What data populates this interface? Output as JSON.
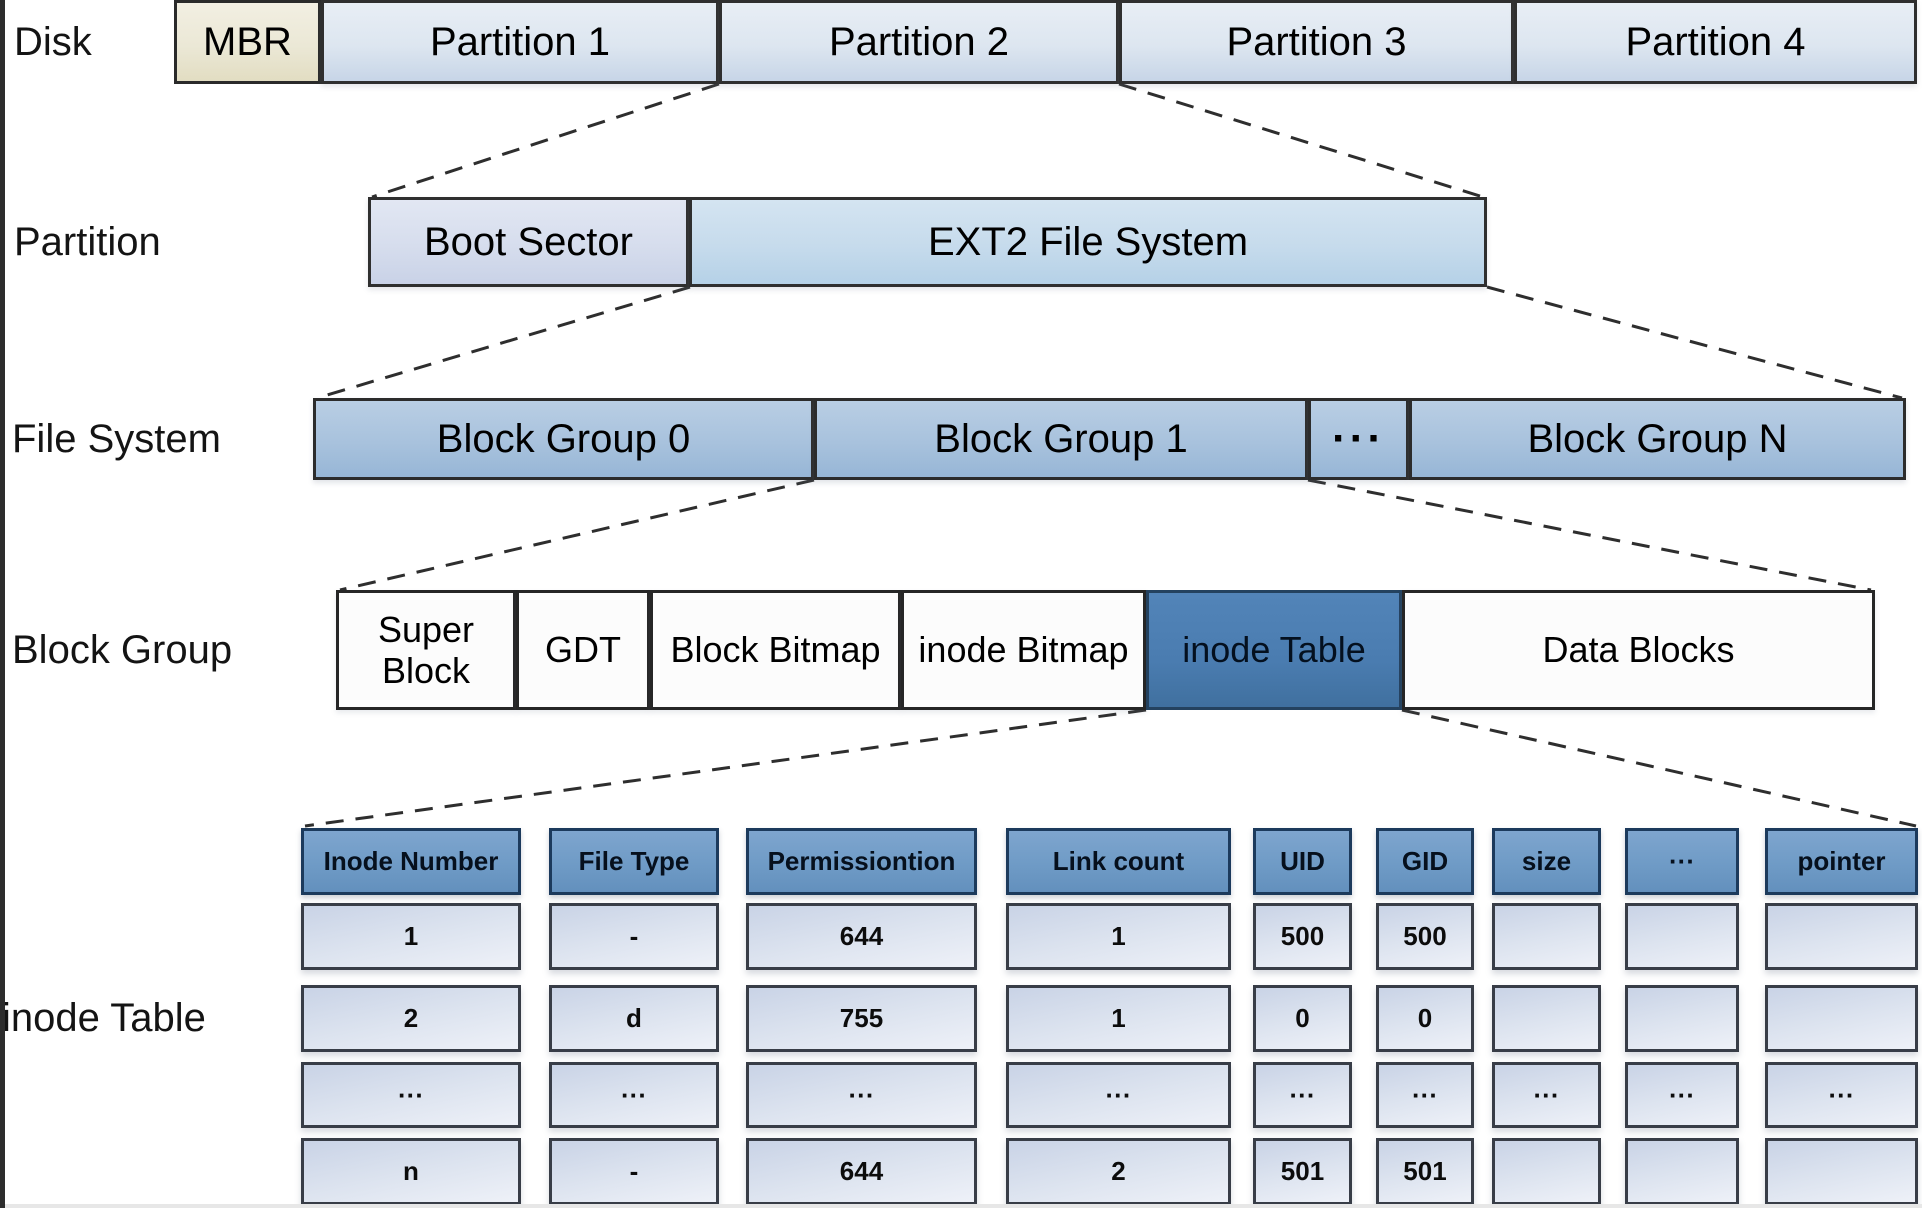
{
  "rows": {
    "disk": {
      "label": "Disk",
      "segments": [
        "MBR",
        "Partition 1",
        "Partition 2",
        "Partition 3",
        "Partition 4"
      ]
    },
    "partition": {
      "label": "Partition",
      "segments": [
        "Boot Sector",
        "EXT2 File System"
      ]
    },
    "filesystem": {
      "label": "File System",
      "segments": [
        "Block Group 0",
        "Block Group 1",
        "···",
        "Block Group N"
      ]
    },
    "blockgroup": {
      "label": "Block Group",
      "segments": [
        "Super Block",
        "GDT",
        "Block Bitmap",
        "inode Bitmap",
        "inode Table",
        "Data Blocks"
      ]
    },
    "inode_table": {
      "label": "inode Table",
      "headers": [
        "Inode Number",
        "File Type",
        "Permissiontion",
        "Link count",
        "UID",
        "GID",
        "size",
        "···",
        "pointer"
      ],
      "rows": [
        [
          "1",
          "-",
          "644",
          "1",
          "500",
          "500",
          "",
          "",
          ""
        ],
        [
          "2",
          "d",
          "755",
          "1",
          "0",
          "0",
          "",
          "",
          ""
        ],
        [
          "···",
          "···",
          "···",
          "···",
          "···",
          "···",
          "···",
          "···",
          "···"
        ],
        [
          "n",
          "-",
          "644",
          "2",
          "501",
          "501",
          "",
          "",
          ""
        ]
      ]
    }
  },
  "colors": {
    "mbr_fill": "#ebe8d6",
    "partition_fill": "#dde6f0",
    "boot_sector_fill": "#d6dded",
    "ext2_fill": "#c6dbec",
    "block_group_fill": "#a8c2dd",
    "white_box_fill": "#fcfcfc",
    "inode_table_highlight": "#4a7cb0",
    "table_header_fill": "#6f9bc6",
    "table_cell_fill": "#dce3ef",
    "connector_line": "#2e2e2e"
  }
}
